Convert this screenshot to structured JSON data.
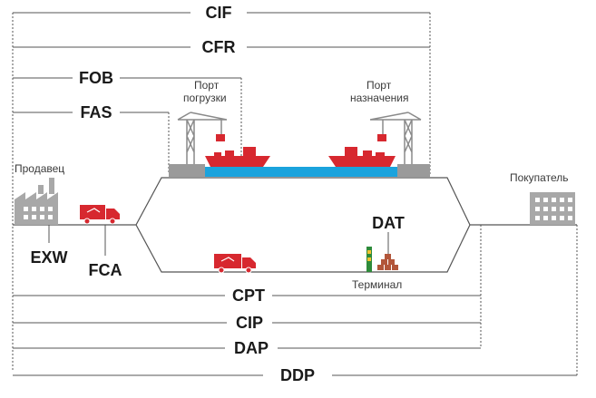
{
  "terms": {
    "cif": "CIF",
    "cfr": "CFR",
    "fob": "FOB",
    "fas": "FAS",
    "exw": "EXW",
    "fca": "FCA",
    "dat": "DAT",
    "cpt": "CPT",
    "cip": "CIP",
    "dap": "DAP",
    "ddp": "DDP"
  },
  "labels": {
    "seller": "Продавец",
    "buyer": "Покупатель",
    "port_loading_1": "Порт",
    "port_loading_2": "погрузки",
    "port_dest_1": "Порт",
    "port_dest_2": "назначения",
    "terminal": "Терминал"
  },
  "colors": {
    "red": "#d7282f",
    "water": "#1aa3dd",
    "grey": "#9a9a9a",
    "line": "#555555"
  },
  "icons": [
    "factory-icon",
    "truck-icon",
    "crane-icon",
    "ship-icon",
    "warehouse-icon",
    "terminal-icon"
  ]
}
